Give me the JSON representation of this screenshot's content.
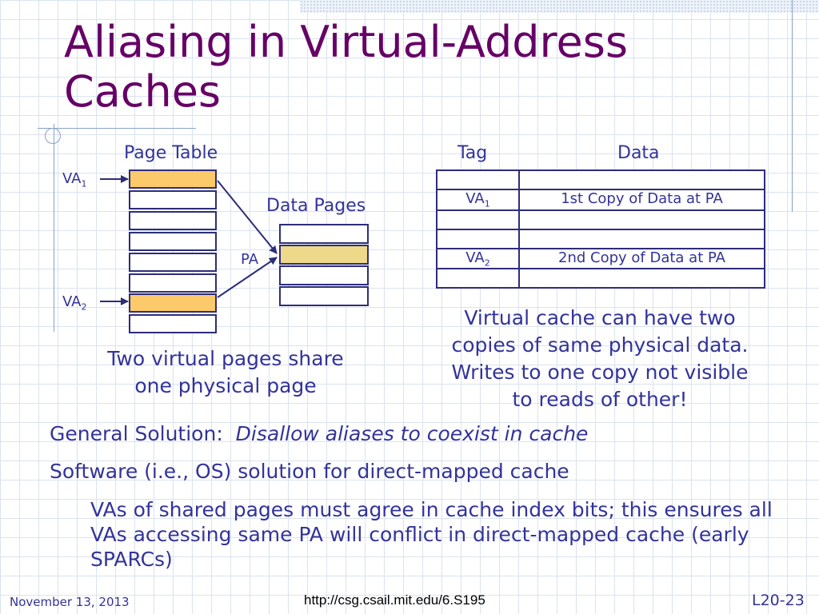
{
  "title": "Aliasing in Virtual-Address Caches",
  "left_diagram": {
    "page_table_label": "Page Table",
    "data_pages_label": "Data Pages",
    "va1": "VA",
    "va1_sub": "1",
    "va2": "VA",
    "va2_sub": "2",
    "pa": "PA",
    "caption_line1": "Two virtual pages share",
    "caption_line2": "one physical page"
  },
  "cache_table": {
    "tag_header": "Tag",
    "data_header": "Data",
    "rows": [
      {
        "tag": "",
        "tag_sub": "",
        "data": ""
      },
      {
        "tag": "VA",
        "tag_sub": "1",
        "data": "1st Copy of Data at PA"
      },
      {
        "tag": "",
        "tag_sub": "",
        "data": ""
      },
      {
        "tag": "",
        "tag_sub": "",
        "data": ""
      },
      {
        "tag": "VA",
        "tag_sub": "2",
        "data": "2nd Copy of Data at PA"
      },
      {
        "tag": "",
        "tag_sub": "",
        "data": ""
      }
    ],
    "caption_lines": [
      "Virtual cache can have two",
      "copies of same physical data.",
      "Writes to one copy not visible",
      "to reads of other!"
    ]
  },
  "bullets": {
    "general_label": "General Solution:",
    "general_value": "Disallow aliases to coexist in cache",
    "software": "Software (i.e., OS) solution for direct-mapped cache",
    "sub": "VAs of shared pages must agree in cache index bits; this ensures all VAs accessing same PA will conflict in direct-mapped cache (early SPARCs)"
  },
  "footer": {
    "date": "November 13, 2013",
    "url": "http://csg.csail.mit.edu/6.S195",
    "slide": "L20-23"
  },
  "colors": {
    "title": "#660066",
    "text": "#333399",
    "highlight_page": "#fcc96b",
    "highlight_data": "#eed88a"
  }
}
